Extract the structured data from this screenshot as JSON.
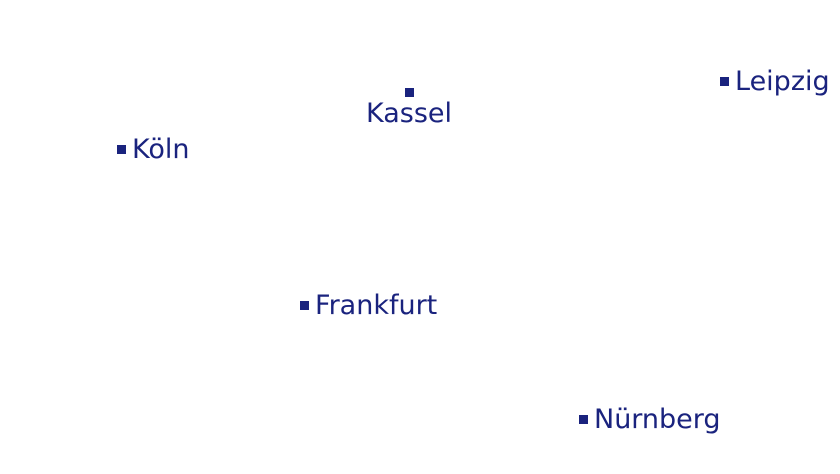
{
  "map": {
    "marker_color": "#1a237e",
    "label_color": "#1a237e",
    "cities": {
      "kassel": "Kassel",
      "leipzig": "Leipzig",
      "koeln": "Köln",
      "frankfurt": "Frankfurt",
      "nuernberg": "Nürnberg"
    }
  }
}
